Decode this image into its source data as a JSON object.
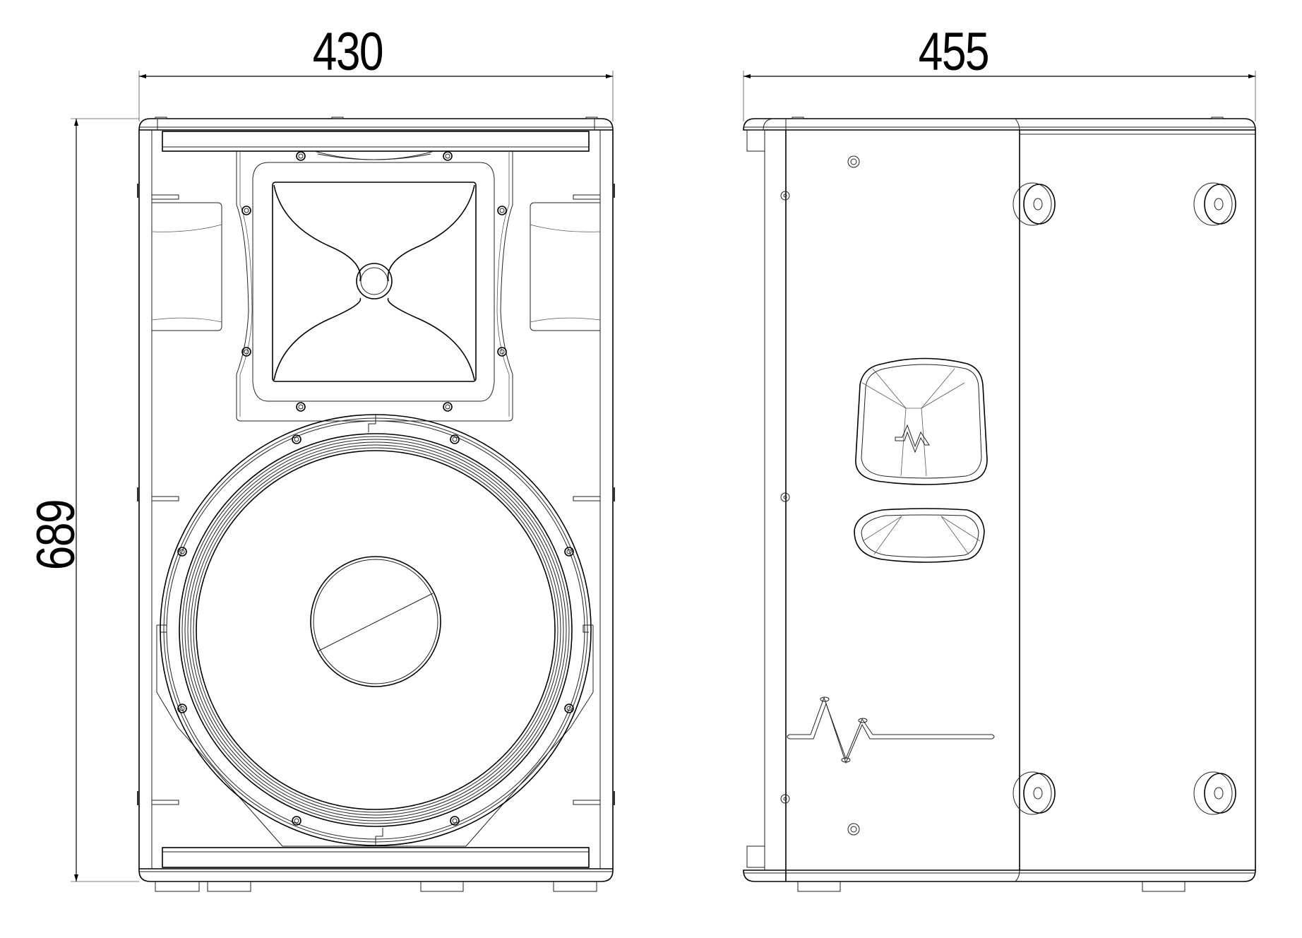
{
  "drawing": {
    "subject": "Loudspeaker cabinet dimension drawing",
    "units": "mm",
    "line_color": "#000000",
    "background": "#ffffff"
  },
  "dimensions": {
    "front_width": "430",
    "side_depth": "455",
    "height": "689"
  },
  "views": [
    {
      "name": "front-view",
      "features": [
        "horn-waveguide",
        "woofer",
        "handle-recesses",
        "feet"
      ]
    },
    {
      "name": "side-view",
      "features": [
        "pocket-handle-large",
        "pocket-handle-small",
        "logo-wave",
        "rubber-bumpers",
        "screw-points",
        "feet"
      ]
    }
  ]
}
